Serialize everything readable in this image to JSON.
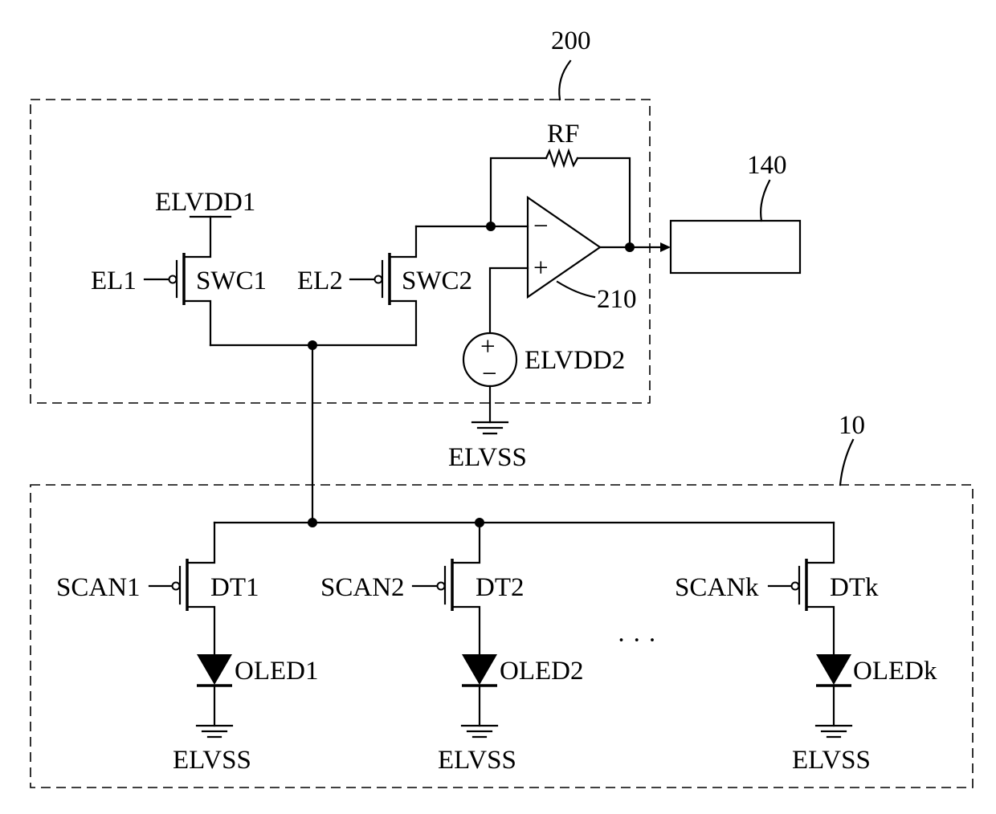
{
  "blocks": {
    "sensing_block": "200",
    "display_panel": "10",
    "output_block": "140"
  },
  "labels": {
    "amplifier": "210",
    "feedback_resistor": "RF",
    "supply_elvdd1": "ELVDD1",
    "supply_elvdd2": "ELVDD2",
    "switch1": "SWC1",
    "switch2": "SWC2",
    "control_el1": "EL1",
    "control_el2": "EL2",
    "amp_minus": "−",
    "amp_plus": "+",
    "source_plus": "+",
    "source_minus": "−",
    "ground_top": "ELVSS",
    "ellipsis": "· · ·"
  },
  "pixels": [
    {
      "scan": "SCAN1",
      "transistor": "DT1",
      "oled": "OLED1",
      "ground": "ELVSS"
    },
    {
      "scan": "SCAN2",
      "transistor": "DT2",
      "oled": "OLED2",
      "ground": "ELVSS"
    },
    {
      "scan": "SCANk",
      "transistor": "DTk",
      "oled": "OLEDk",
      "ground": "ELVSS"
    }
  ]
}
